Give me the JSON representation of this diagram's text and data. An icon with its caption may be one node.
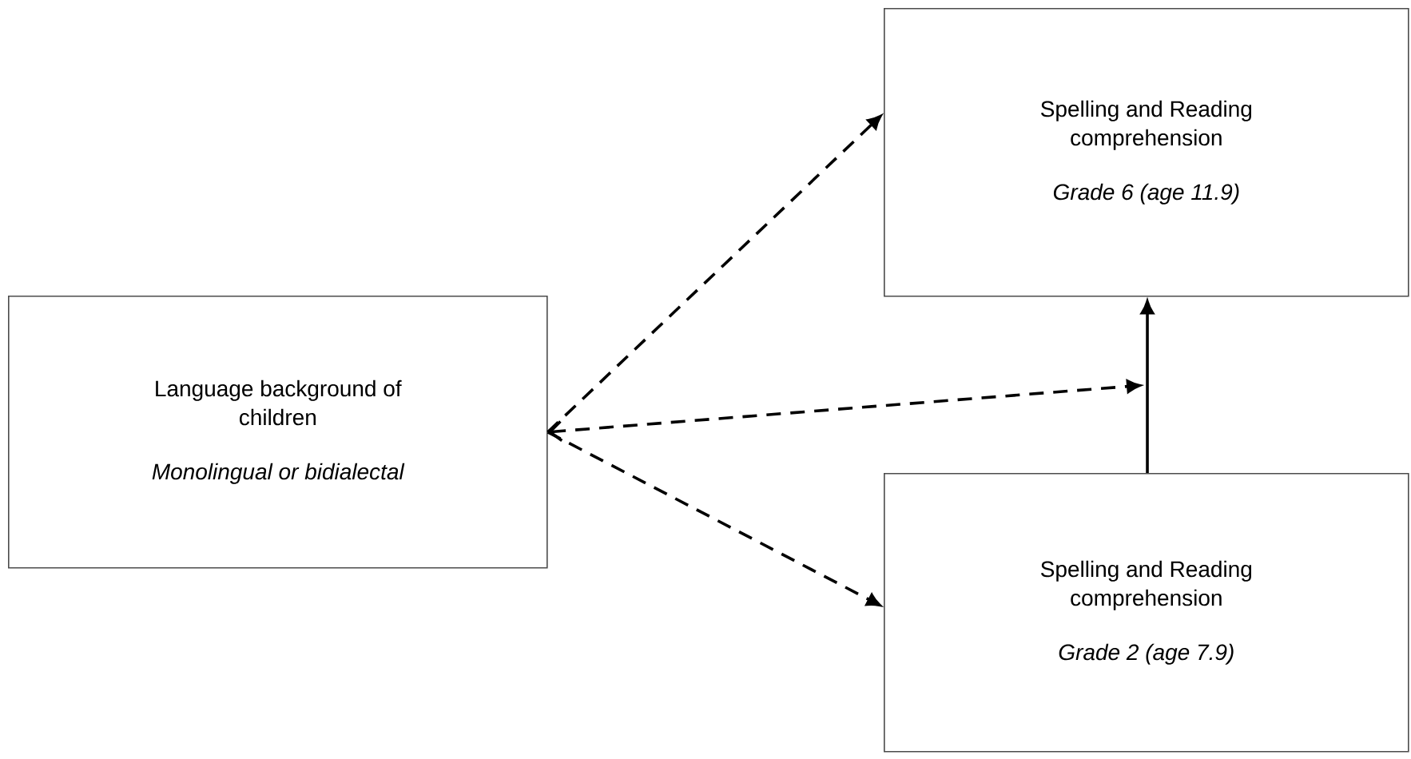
{
  "diagram": {
    "nodes": [
      {
        "text": [
          "Language background of children",
          "Monolingual or bidialectal"
        ]
      },
      {
        "text": [
          "Spelling and Reading comprehension",
          "Grade 6 (age 11.9)"
        ]
      },
      {
        "text": [
          "Spelling and Reading comprehension",
          "Grade 2  (age 7.9)"
        ]
      }
    ],
    "edges": [
      {
        "from": 0,
        "to": 1,
        "arrow": "to",
        "style": "dashed"
      },
      {
        "from": 0,
        "to": null,
        "arrow": "both",
        "style": "dashed"
      },
      {
        "from": 0,
        "to": 2,
        "arrow": "to",
        "style": "dashed"
      },
      {
        "from": 2,
        "to": 1,
        "arrow": "to"
      }
    ]
  }
}
